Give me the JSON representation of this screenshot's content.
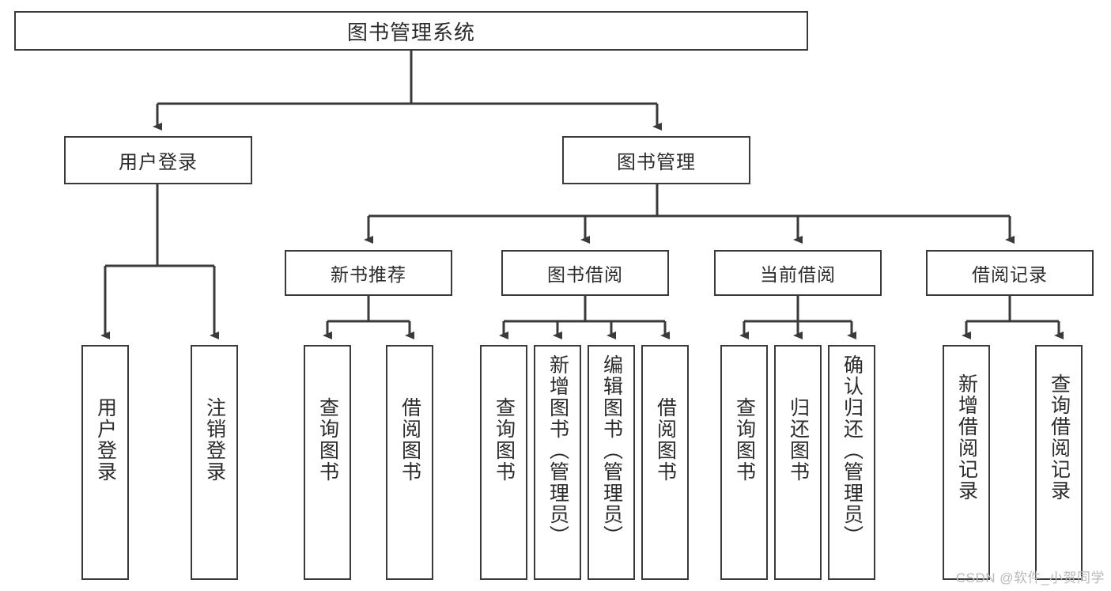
{
  "diagram": {
    "title": "图书管理系统",
    "watermark": "CSDN @软件_小贺同学",
    "root": {
      "label": "图书管理系统"
    },
    "level2": [
      {
        "label": "用户登录"
      },
      {
        "label": "图书管理"
      }
    ],
    "level3": [
      {
        "label": "新书推荐"
      },
      {
        "label": "图书借阅"
      },
      {
        "label": "当前借阅"
      },
      {
        "label": "借阅记录"
      }
    ],
    "leaves": {
      "user_login": [
        {
          "label": "用户登录"
        },
        {
          "label": "注销登录"
        }
      ],
      "new_book_recommend": [
        {
          "label": "查询图书"
        },
        {
          "label": "借阅图书"
        }
      ],
      "book_borrow": [
        {
          "label": "查询图书"
        },
        {
          "label": "新增图书（管理员）"
        },
        {
          "label": "编辑图书（管理员）"
        },
        {
          "label": "借阅图书"
        }
      ],
      "current_borrow": [
        {
          "label": "查询图书"
        },
        {
          "label": "归还图书"
        },
        {
          "label": "确认归还（管理员）"
        }
      ],
      "borrow_records": [
        {
          "label": "新增借阅记录"
        },
        {
          "label": "查询借阅记录"
        }
      ]
    },
    "colors": {
      "border": "#3a3a3a",
      "text": "#2b2b2b",
      "background": "#ffffff",
      "watermark": "#b9b9b9"
    }
  }
}
